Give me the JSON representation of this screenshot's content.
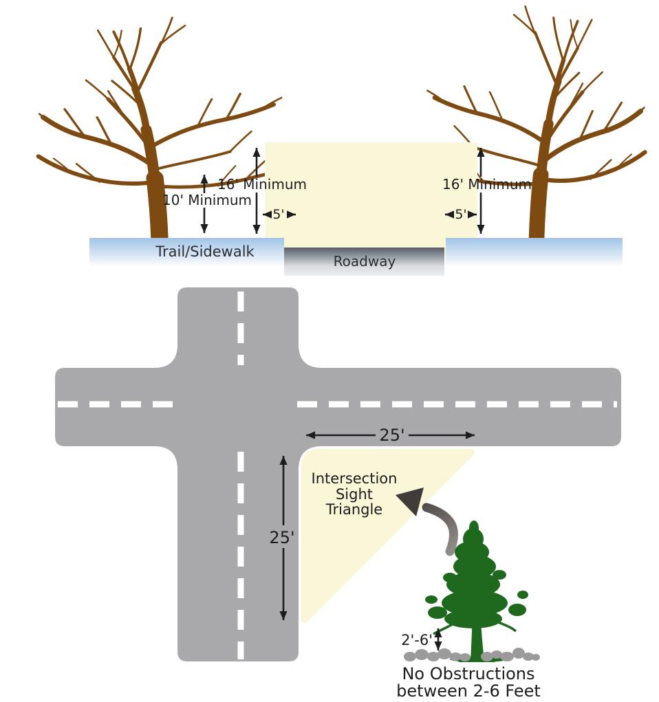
{
  "cross_section": {
    "clearance_trail": "10' Minimum",
    "clearance_road_left": "16' Minimum",
    "clearance_road_right": "16' Minimum",
    "setback_left": "5'",
    "setback_right": "5'",
    "surface_trail": "Trail/Sidewalk",
    "surface_road": "Roadway"
  },
  "intersection": {
    "sight_distance_horizontal": "25'",
    "sight_distance_vertical": "25'",
    "triangle_label_line1": "Intersection",
    "triangle_label_line2": "Sight",
    "triangle_label_line3": "Triangle",
    "clearance_range": "2'-6'",
    "note_line1": "No Obstructions",
    "note_line2": "between 2-6 Feet"
  },
  "colors": {
    "ink": "#1c1c1c",
    "road_gray": "#a9a9ab",
    "clearance_yellow": "#faf6d8",
    "tree_brown": "#7d4a12",
    "tree_green": "#1e691e",
    "rock_gray": "#9b9b9b",
    "arrow_dark": "#403b38",
    "sidewalk_blue": "#a2c4e7",
    "roadway_dark": "#555e66"
  }
}
